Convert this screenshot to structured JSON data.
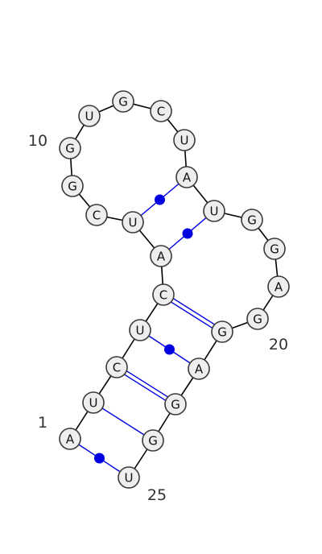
{
  "sequence": [
    "A",
    "U",
    "C",
    "U",
    "C",
    "A",
    "U",
    "C",
    "G",
    "G",
    "U",
    "G",
    "C",
    "U",
    "A",
    "U",
    "G",
    "G",
    "A",
    "G",
    "G",
    "A",
    "G",
    "G",
    "U"
  ],
  "pairs": [
    {
      "i": 1,
      "j": 25,
      "type": "wobble"
    },
    {
      "i": 2,
      "j": 24,
      "type": "single"
    },
    {
      "i": 3,
      "j": 23,
      "type": "double"
    },
    {
      "i": 4,
      "j": 22,
      "type": "wobble"
    },
    {
      "i": 5,
      "j": 21,
      "type": "double"
    },
    {
      "i": 6,
      "j": 16,
      "type": "wobble"
    },
    {
      "i": 7,
      "j": 15,
      "type": "wobble"
    }
  ],
  "position_labels": [
    {
      "index": 1,
      "text": "1"
    },
    {
      "index": 10,
      "text": "10"
    },
    {
      "index": 20,
      "text": "20"
    },
    {
      "index": 25,
      "text": "25"
    }
  ],
  "colors": {
    "backbone": "#000000",
    "base_pair": "#0000e0",
    "nucleotide_fill": "#eeeeee",
    "nucleotide_stroke": "#3a3a3a",
    "text": "#111111",
    "position_text": "#333333"
  }
}
